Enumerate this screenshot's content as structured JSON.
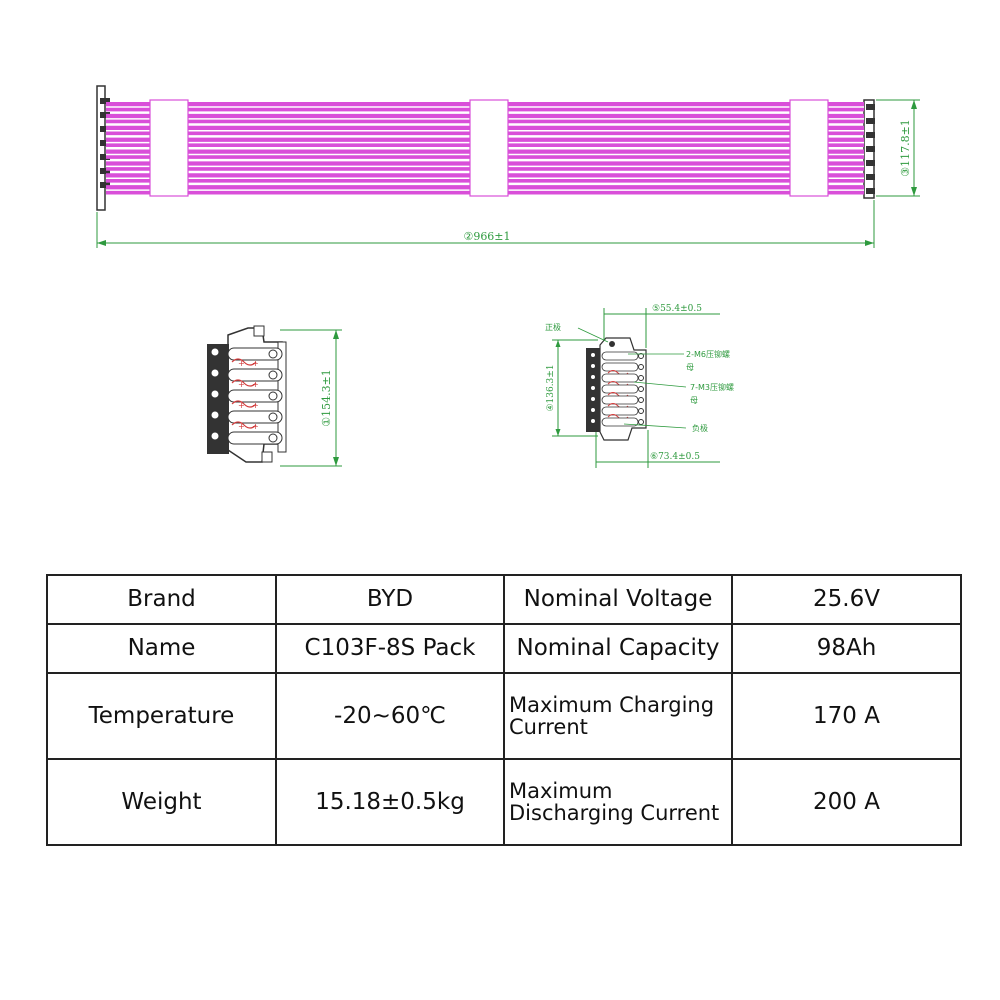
{
  "drawing": {
    "dimensions": {
      "length": "②966±1",
      "height": "③117.8±1",
      "end_view_width": "①154.3±1",
      "terminal_height": "④136.3±1",
      "terminal_top": "⑤55.4±0.5",
      "terminal_bottom": "⑥73.4±0.5"
    },
    "callouts": {
      "positive": "正极",
      "m6_nut_line1": "2-M6压铆螺",
      "m6_nut_line2": "母",
      "m3_nut_line1": "7-M3压铆螺",
      "m3_nut_line2": "母",
      "negative": "负极"
    },
    "colors": {
      "cells": "#d94fd9",
      "dimension_lines": "#2e9a3e",
      "outline": "#222222",
      "terminal_marks": "#d23c3c"
    }
  },
  "spec_table": {
    "rows": [
      {
        "label1": "Brand",
        "value1": "BYD",
        "label2": "Nominal Voltage",
        "value2": "25.6V"
      },
      {
        "label1": "Name",
        "value1": "C103F-8S Pack",
        "label2": "Nominal Capacity",
        "value2": "98Ah"
      },
      {
        "label1": "Temperature",
        "value1": "-20~60℃",
        "label2": "Maximum Charging Current",
        "value2": "170 A"
      },
      {
        "label1": "Weight",
        "value1": "15.18±0.5kg",
        "label2": "Maximum Discharging Current",
        "value2": "200 A"
      }
    ]
  }
}
